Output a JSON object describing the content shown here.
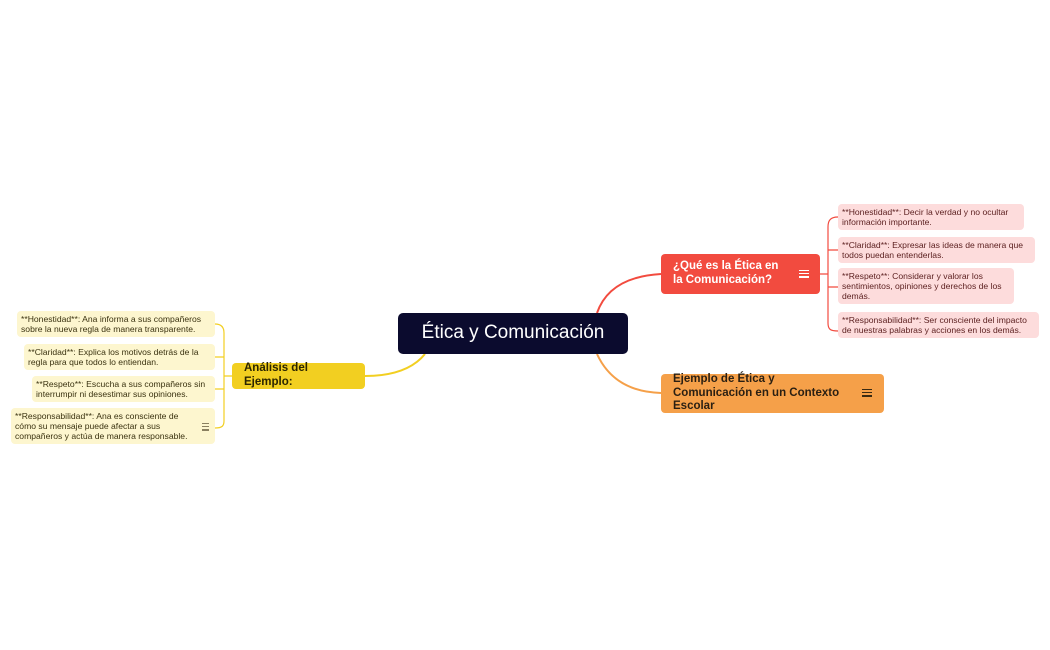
{
  "central": "Ética y Comunicación",
  "branches": {
    "definition": {
      "title": "¿Qué es la Ética en la Comunicación?",
      "items": [
        "**Honestidad**: Decir la verdad y no ocultar información importante.",
        "**Claridad**: Expresar las ideas de manera que todos puedan entenderlas.",
        "**Respeto**: Considerar y valorar los sentimientos, opiniones y derechos de los demás.",
        "**Responsabilidad**: Ser consciente del impacto de nuestras palabras y acciones en los demás."
      ]
    },
    "example": {
      "title": "Ejemplo de Ética y Comunicación en un Contexto Escolar"
    },
    "analysis": {
      "title": "Análisis del Ejemplo:",
      "items": [
        "**Honestidad**: Ana informa a sus compañeros sobre la nueva regla de manera transparente.",
        "**Claridad**: Explica los motivos detrás de la regla para que todos lo entiendan.",
        "**Respeto**: Escucha a sus compañeros sin interrumpir ni desestimar sus opiniones.",
        "**Responsabilidad**: Ana es consciente de cómo su mensaje puede afectar a sus compañeros y actúa de manera responsable."
      ]
    }
  },
  "icons": [
    "notes-icon"
  ],
  "colors": {
    "central": "#0b0b2e",
    "definition": "#f24b3f",
    "example": "#f5a049",
    "analysis": "#f2cf21",
    "leaf_red": "#fddcdc",
    "leaf_yellow": "#fdf6cf"
  }
}
